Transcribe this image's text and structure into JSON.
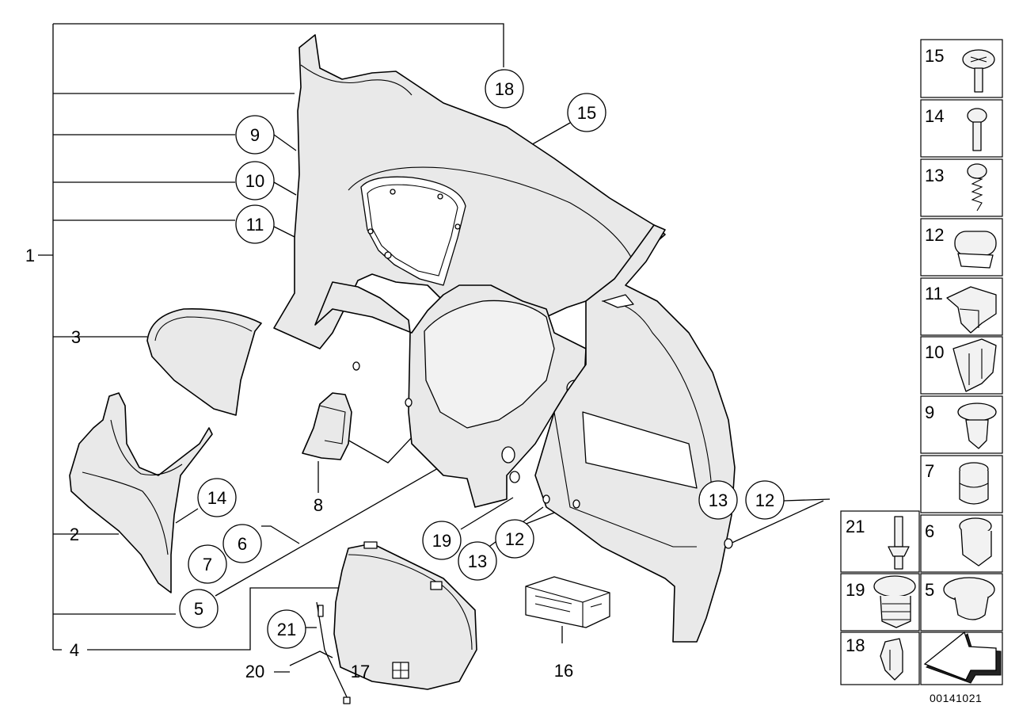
{
  "diagram": {
    "reference_number": "00141021",
    "bracket_labels": [
      "1",
      "2",
      "3",
      "4"
    ],
    "plain_labels": [
      "8",
      "16",
      "17",
      "20"
    ],
    "callouts": [
      "18",
      "15",
      "9",
      "10",
      "11",
      "14",
      "6",
      "7",
      "5",
      "19",
      "12",
      "13",
      "13",
      "12",
      "21"
    ],
    "parts_legend": [
      "15",
      "14",
      "13",
      "12",
      "11",
      "10",
      "9",
      "7",
      "21",
      "6",
      "19",
      "5",
      "18"
    ]
  },
  "colors": {
    "line": "#000000",
    "part_fill": "#e9e9e9",
    "background": "#ffffff"
  }
}
